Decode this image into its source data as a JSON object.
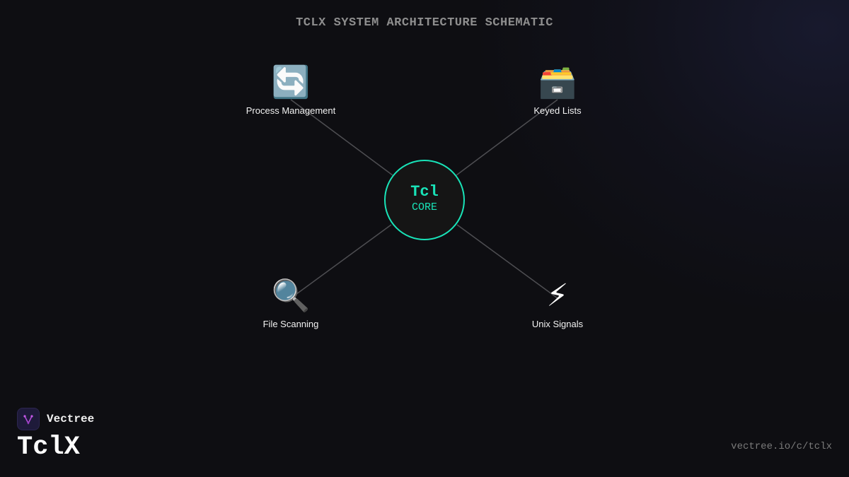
{
  "diagram": {
    "title": "TCLX SYSTEM ARCHITECTURE SCHEMATIC",
    "core": {
      "name": "Tcl",
      "subtitle": "CORE",
      "color": "#19e3b8"
    },
    "nodes": [
      {
        "id": "process-management",
        "label": "Process Management",
        "icon": "arrows-cycle-icon",
        "glyph": "🔄"
      },
      {
        "id": "keyed-lists",
        "label": "Keyed Lists",
        "icon": "card-file-box-icon",
        "glyph": "🗃️"
      },
      {
        "id": "file-scanning",
        "label": "File Scanning",
        "icon": "magnifying-glass-icon",
        "glyph": "🔍"
      },
      {
        "id": "unix-signals",
        "label": "Unix Signals",
        "icon": "lightning-bolt-icon",
        "glyph": "⚡"
      }
    ],
    "edges": [
      {
        "from": "Tcl",
        "to": "process-management"
      },
      {
        "from": "Tcl",
        "to": "keyed-lists"
      },
      {
        "from": "Tcl",
        "to": "file-scanning"
      },
      {
        "from": "Tcl",
        "to": "unix-signals"
      }
    ]
  },
  "footer": {
    "brand": "Vectree",
    "product": "TclX",
    "url": "vectree.io/c/tclx"
  }
}
